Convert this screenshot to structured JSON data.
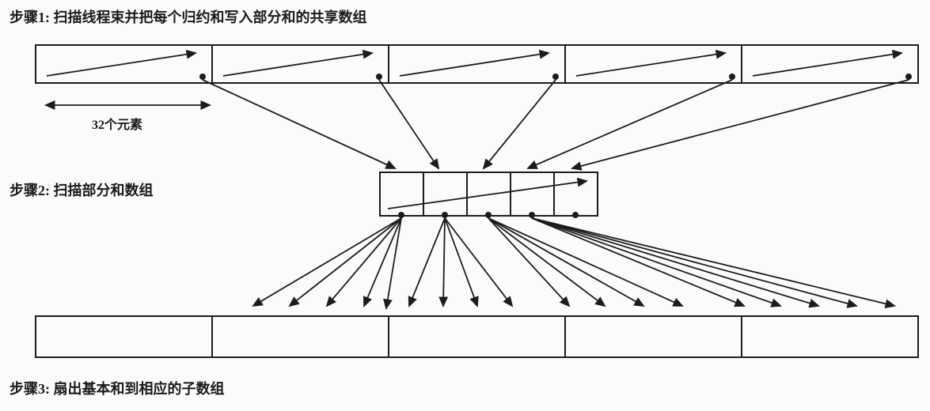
{
  "labels": {
    "step1": "步骤1: 扫描线程束并把每个归约和写入部分和的共享数组",
    "step2": "步骤2: 扫描部分和数组",
    "step3": "步骤3: 扇出基本和到相应的子数组",
    "elements": "32个元素"
  },
  "structure": {
    "top_array_segments": 5,
    "elements_per_segment": 32,
    "partial_sum_cells": 5,
    "bottom_array_segments": 5
  },
  "colors": {
    "stroke": "#1c1c1c",
    "background": "#fbfbfa",
    "text": "#1a1a1a"
  }
}
